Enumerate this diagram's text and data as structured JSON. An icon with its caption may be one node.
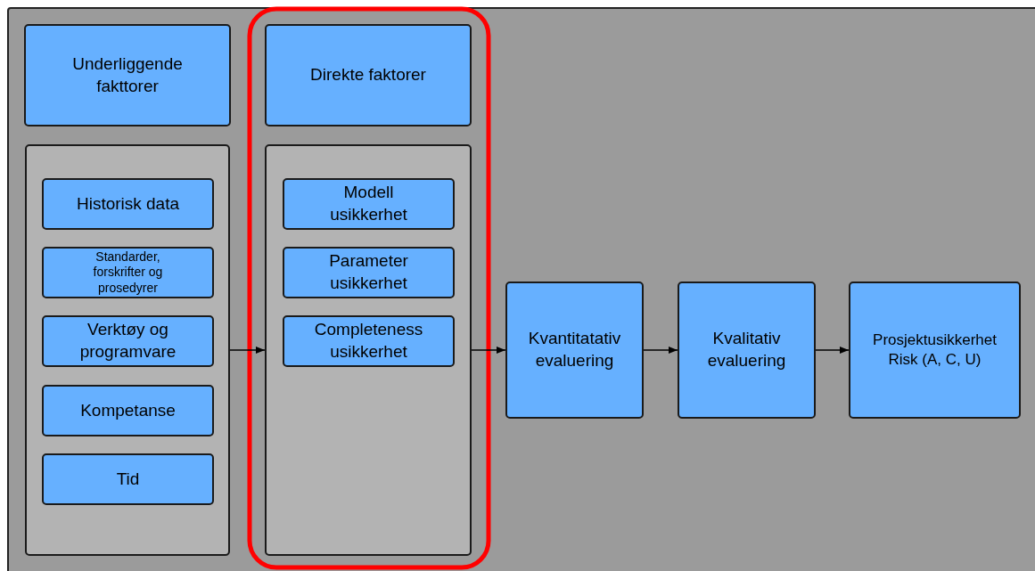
{
  "diagram": {
    "nodes": [
      {
        "text": [
          "Underliggende fakttorer"
        ]
      },
      {
        "text": [],
        "shape": "box"
      },
      {
        "text": [
          "Historisk data"
        ],
        "in": 1
      },
      {
        "text": [
          "Standarder, forskrifter og prosedyrer"
        ],
        "in": 1
      },
      {
        "text": [
          "Verktøy og programvare"
        ],
        "in": 1
      },
      {
        "text": [
          "Kompetanse"
        ],
        "in": 1
      },
      {
        "text": [
          "Tid"
        ],
        "in": 1
      },
      {
        "text": [
          "Direkte faktorer"
        ]
      },
      {
        "text": [],
        "shape": "box"
      },
      {
        "text": [
          "Modell usikkerhet"
        ],
        "in": 8
      },
      {
        "text": [
          "Parameter usikkerhet"
        ],
        "in": 8
      },
      {
        "text": [
          "Completeness usikkerhet"
        ],
        "in": 8
      },
      {
        "text": [
          "Kvantitatativ evaluering"
        ]
      },
      {
        "text": [
          "Kvalitativ evaluering"
        ]
      },
      {
        "text": [
          "Prosjektusikkerhet Risk (A, C, U)"
        ]
      }
    ],
    "edges": [
      {
        "from": 1,
        "to": 8,
        "arrow": "to"
      },
      {
        "from": 8,
        "to": 12,
        "arrow": "to"
      },
      {
        "from": 12,
        "to": 13,
        "arrow": "to"
      },
      {
        "from": 13,
        "to": 14,
        "arrow": "to"
      }
    ]
  }
}
